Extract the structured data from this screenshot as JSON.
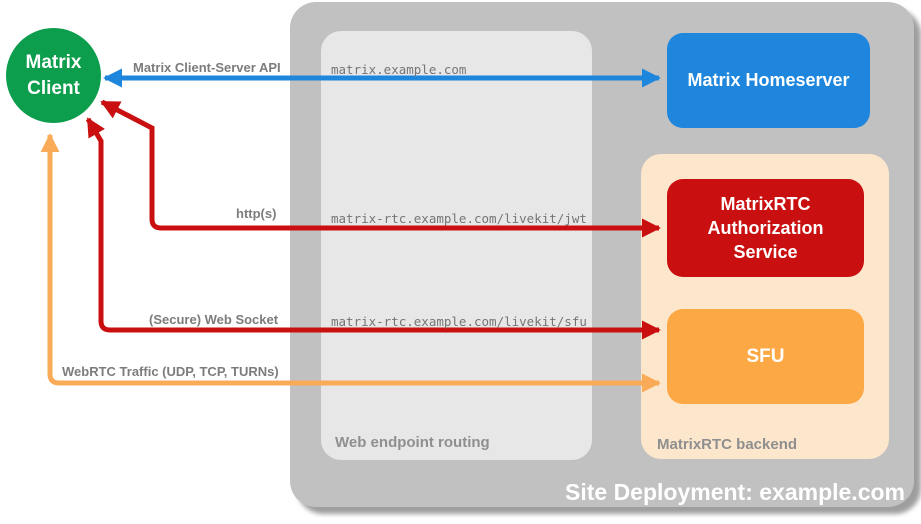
{
  "title": "Site Deployment: example.com",
  "colors": {
    "client_green": "#0d9e4d",
    "homeserver_blue": "#1e86dc",
    "auth_red": "#c90f0f",
    "sfu_orange": "#fca845",
    "webrtc_arrow_orange": "#f9ab57",
    "backend_peach": "#fde7cc",
    "container_gray": "#c1c1c1",
    "routing_gray": "#e7e7e7",
    "label_gray": "#7c7c7c"
  },
  "nodes": {
    "client": {
      "label": "Matrix Client"
    },
    "homeserver": {
      "label": "Matrix Homeserver"
    },
    "auth": {
      "label": "MatrixRTC Authorization Service"
    },
    "sfu": {
      "label": "SFU"
    }
  },
  "groups": {
    "routing": {
      "caption": "Web endpoint routing",
      "endpoints": [
        "matrix.example.com",
        "matrix-rtc.example.com/livekit/jwt",
        "matrix-rtc.example.com/livekit/sfu"
      ]
    },
    "backend": {
      "caption": "MatrixRTC backend"
    }
  },
  "arrows": [
    {
      "label": "Matrix Client-Server API",
      "from": "Matrix Client",
      "to": "Matrix Homeserver",
      "bidirectional": true,
      "color": "#1e86dc"
    },
    {
      "label": "http(s)",
      "from": "Matrix Client",
      "to": "MatrixRTC Authorization Service",
      "bidirectional": true,
      "color": "#c90f0f"
    },
    {
      "label": "(Secure) Web Socket",
      "from": "Matrix Client",
      "to": "SFU",
      "bidirectional": true,
      "color": "#c90f0f"
    },
    {
      "label": "WebRTC Traffic (UDP, TCP, TURNs)",
      "from": "Matrix Client",
      "to": "SFU",
      "bidirectional": true,
      "color": "#f9ab57"
    }
  ]
}
